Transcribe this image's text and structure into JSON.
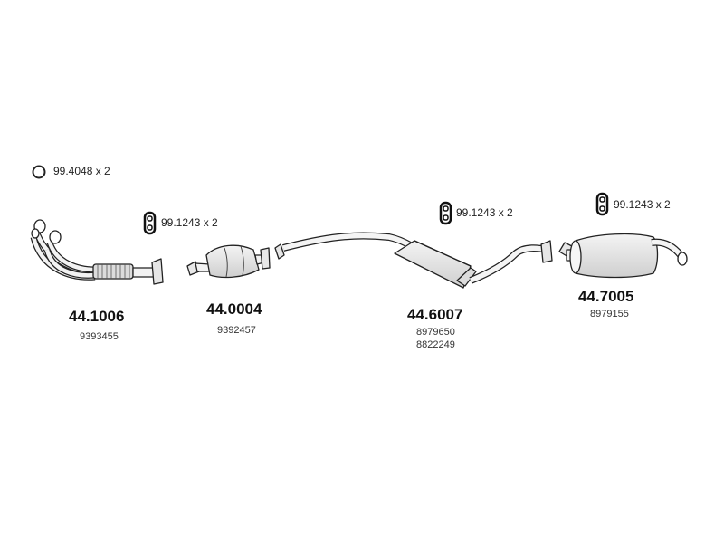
{
  "accessories": [
    {
      "code": "99.4048 x 2",
      "icon": "gasket-ring-icon"
    },
    {
      "code": "99.1243 x 2",
      "icon": "rubber-hanger-icon"
    },
    {
      "code": "99.1243 x 2",
      "icon": "rubber-hanger-icon"
    },
    {
      "code": "99.1243 x 2",
      "icon": "rubber-hanger-icon"
    }
  ],
  "parts": [
    {
      "number": "44.1006",
      "oem": [
        "9393455"
      ],
      "drawing": "front-pipe-manifold"
    },
    {
      "number": "44.0004",
      "oem": [
        "9392457"
      ],
      "drawing": "catalytic-converter"
    },
    {
      "number": "44.6007",
      "oem": [
        "8979650",
        "8822249"
      ],
      "drawing": "middle-silencer-pipe"
    },
    {
      "number": "44.7005",
      "oem": [
        "8979155"
      ],
      "drawing": "rear-silencer"
    }
  ],
  "colors": {
    "line": "#222222",
    "fill": "#efefef",
    "shade": "#cfcfcf"
  }
}
